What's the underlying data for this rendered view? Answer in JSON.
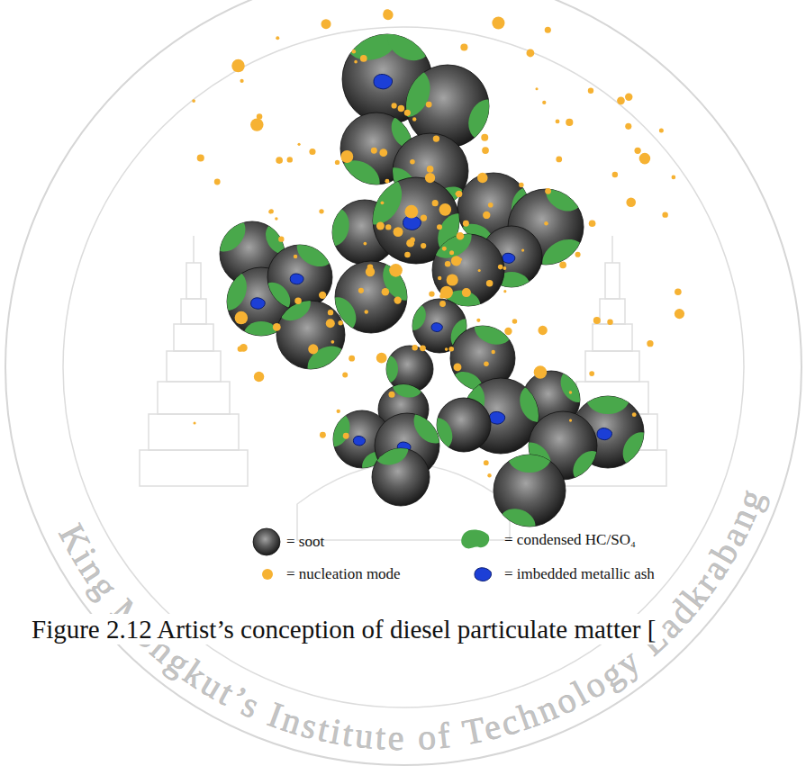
{
  "diagram": {
    "caption": "Figure 2.12 Artist’s conception of diesel particulate matter [",
    "labels": [
      "King Mongkut’s Institute of Technology Ladkrabang"
    ],
    "legend": [
      {
        "text": "= soot"
      },
      {
        "text": "= condensed HC/SO₄"
      },
      {
        "text": "= nucleation mode"
      },
      {
        "text": "= imbedded metallic ash"
      }
    ]
  }
}
